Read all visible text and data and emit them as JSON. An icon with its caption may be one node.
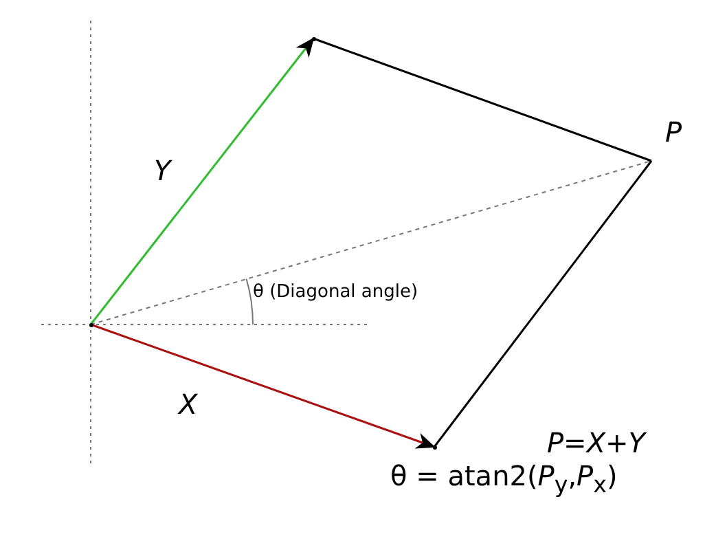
{
  "diagram": {
    "nodes": [
      {
        "text": [],
        "shape": "point"
      },
      {
        "text": [],
        "shape": "point"
      },
      {
        "text": [],
        "shape": "point"
      },
      {
        "text": [
          "P"
        ]
      }
    ],
    "edges": [
      {
        "from": 0,
        "to": 1,
        "arrow": "to",
        "label": "Y",
        "color": "#33bb33"
      },
      {
        "from": 0,
        "to": 2,
        "arrow": "to",
        "label": "X",
        "color": "#aa1111"
      },
      {
        "from": 1,
        "to": 3,
        "arrow": "none"
      },
      {
        "from": 2,
        "to": 3,
        "arrow": "none"
      },
      {
        "from": 0,
        "to": 3,
        "arrow": "none",
        "style": "dashed",
        "color": "#777777"
      }
    ],
    "labels": [
      "θ (Diagonal angle)",
      "P=X+Y",
      "θ = atan2(*P*$_{y}$,*P*$_{x}$)"
    ]
  }
}
